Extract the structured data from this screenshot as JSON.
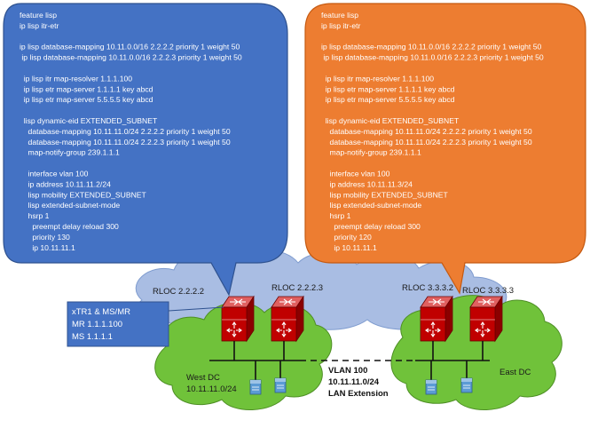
{
  "colors": {
    "left_bubble": "#4472c4",
    "right_bubble": "#ed7d31",
    "core_cloud": "#a9bde3",
    "dc_cloud": "#70c23a",
    "router": "#c00000",
    "info_box": "#4472c4"
  },
  "left_config": [
    "feature lisp",
    "ip lisp itr-etr",
    "",
    "ip lisp database-mapping 10.11.0.0/16 2.2.2.2 priority 1 weight 50",
    " ip lisp database-mapping 10.11.0.0/16 2.2.2.3 priority 1 weight 50",
    "",
    "  ip lisp itr map-resolver 1.1.1.100",
    "  ip lisp etr map-server 1.1.1.1 key abcd",
    "  ip lisp etr map-server 5.5.5.5 key abcd",
    "",
    "  lisp dynamic-eid EXTENDED_SUBNET",
    "    database-mapping 10.11.11.0/24 2.2.2.2 priority 1 weight 50",
    "    database-mapping 10.11.11.0/24 2.2.2.3 priority 1 weight 50",
    "    map-notify-group 239.1.1.1",
    "",
    "    interface vlan 100",
    "    ip address 10.11.11.2/24",
    "    lisp mobility EXTENDED_SUBNET",
    "    lisp extended-subnet-mode",
    "    hsrp 1",
    "      preempt delay reload 300",
    "      priority 130",
    "      ip 10.11.11.1"
  ],
  "right_config": [
    "feature lisp",
    "ip lisp itr-etr",
    "",
    "ip lisp database-mapping 10.11.0.0/16 2.2.2.2 priority 1 weight 50",
    " ip lisp database-mapping 10.11.0.0/16 2.2.2.3 priority 1 weight 50",
    "",
    "  ip lisp itr map-resolver 1.1.1.100",
    "  ip lisp etr map-server 1.1.1.1 key abcd",
    "  ip lisp etr map-server 5.5.5.5 key abcd",
    "",
    "  lisp dynamic-eid EXTENDED_SUBNET",
    "    database-mapping 10.11.11.0/24 2.2.2.2 priority 1 weight 50",
    "    database-mapping 10.11.11.0/24 2.2.2.3 priority 1 weight 50",
    "    map-notify-group 239.1.1.1",
    "",
    "    interface vlan 100",
    "    ip address 10.11.11.3/24",
    "    lisp mobility EXTENDED_SUBNET",
    "    lisp extended-subnet-mode",
    "    hsrp 1",
    "      preempt delay reload 300",
    "      priority 120",
    "      ip 10.11.11.1"
  ],
  "rloc_labels": [
    "RLOC 2.2.2.2",
    "RLOC 2.2.2.3",
    "RLOC 3.3.3.2",
    "RLOC 3.3.3.3"
  ],
  "info_box": [
    "xTR1 &  MS/MR",
    "MR 1.1.1.100",
    "MS 1.1.1.1"
  ],
  "west_dc": [
    "West DC",
    "10.11.11.0/24"
  ],
  "east_dc": "East DC",
  "vlan_label": [
    "VLAN 100",
    "10.11.11.0/24",
    "LAN Extension"
  ]
}
